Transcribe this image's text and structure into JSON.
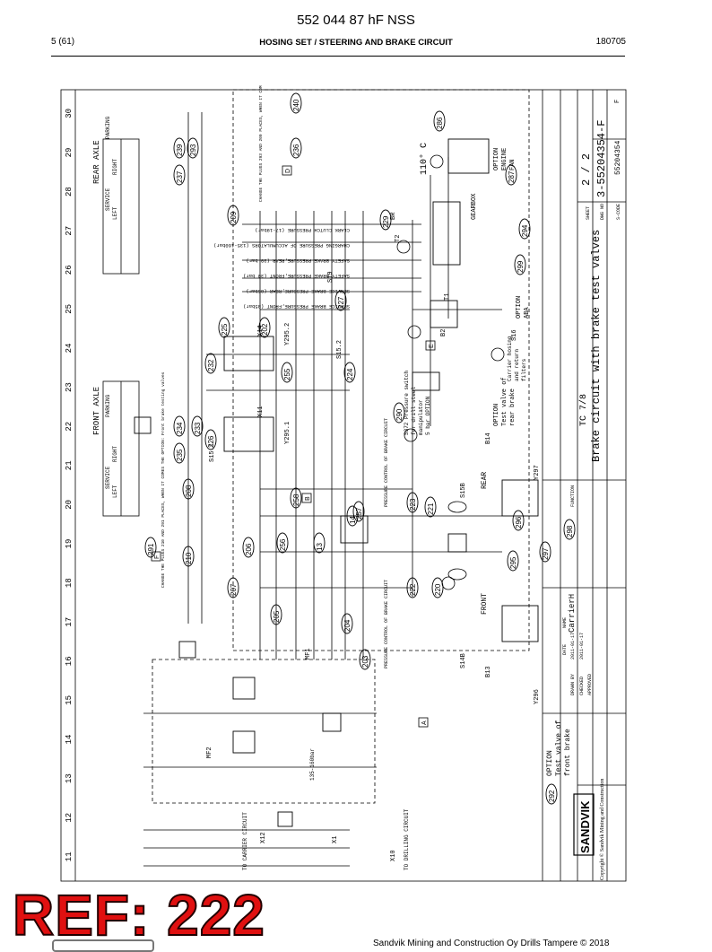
{
  "header": {
    "doc_title": "552 044 87 hF NSS",
    "page": "5 (61)",
    "section": "HOSING SET / STEERING AND BRAKE CIRCUIT",
    "code": "180705"
  },
  "drawing": {
    "grid_numbers": [
      "11",
      "12",
      "13",
      "14",
      "15",
      "16",
      "17",
      "18",
      "19",
      "20",
      "21",
      "22",
      "23",
      "24",
      "25",
      "26",
      "27",
      "28",
      "29",
      "30"
    ],
    "title_block": {
      "main_title": "Brake circuit with brake test valves",
      "model": "TC 7/8",
      "sheet_label": "SHEET",
      "sheet": "2 / 2",
      "dwg_label": "DWG NO",
      "dwg_no": "3-55204354-F",
      "scode_label": "S-CODE",
      "scode": "55204354",
      "brand": "SANDVIK",
      "copyright": "Copyright © Sandvik Mining and Construction",
      "carrier": "CarrierH",
      "drawn_label": "DRAWN BY",
      "drawn_date": "2011-01-17",
      "checked_label": "CHECKED",
      "checked_date": "2011-01-17",
      "approved_label": "APPROVED",
      "date_label": "DATE",
      "name_label": "NAME",
      "function_label": "FUNCTION",
      "revision": "F"
    },
    "axle_labels": {
      "rear": "REAR AXLE",
      "front": "FRONT AXLE",
      "service": "SERVICE",
      "parking": "PARKING",
      "left": "LEFT",
      "right": "RIGHT"
    },
    "gauge_labels": [
      "SERVICE BRAKE PRESSURE,FRONT (85bar)",
      "SERVICE BRAKE PRESSURE,REAR (85bar)",
      "SAFETY BRAKE PRESSURE,FRONT (30 bar)",
      "SAFETY BRAKE PRESSURE,REAR (30 bar)",
      "CHARGING PRESSURE OF ACCUMULATORS (135-160bar)",
      "CLARK CLUTCH PRESSURE (17-19bar)"
    ],
    "option_labels": {
      "front_brake": "OPTION\nTest valve of\nfront brake",
      "rear_brake": "OPTION\nTest valve of\nrear brake",
      "engine_fan": "OPTION\nENGINE\nFAN",
      "aba": "OPTION\nABA",
      "carrier_hosing": "Carrier hosing\nand return\nfilters",
      "pressure_switch": "S372 Pressure switch\nfor drill steel\nmanipulator\n5 bar OPTION"
    },
    "valve_labels": [
      "Y296",
      "Y295.1",
      "Y295.2",
      "Y297",
      "S15.1",
      "S15.2",
      "S19",
      "S16",
      "S14B",
      "S15B",
      "B13",
      "B14",
      "B2",
      "X11",
      "X14",
      "X12",
      "X1",
      "X10",
      "T2",
      "T1",
      "BR",
      "GEARBOX",
      "MF1",
      "MF2"
    ],
    "circuit_labels": {
      "to_carrier": "TO CARRIER CIRCUIT",
      "to_drilling": "TO DRILLING CIRCUIT",
      "pressure_range": "135-160bar",
      "front": "FRONT",
      "rear": "REAR",
      "temp": "110° C",
      "pressure_control_front": "PRESSURE CONTROL OF BRAKE CIRCUIT",
      "pressure_control_rear": "PRESSURE CONTROL OF BRAKE CIRCUIT",
      "fill_note_f": "CHANGE THE PLUGS 210 AND 291 PLACES, WHEN IT COMES THE OPTION: Front brake testing valves",
      "fill_note_d": "CHANGE THE PLUGS 293 AND 209 PLACES, WHEN IT COMES THE OPTION: Rear brake testing valves"
    },
    "part_numbers": [
      "240",
      "286",
      "293",
      "236",
      "239",
      "237",
      "209",
      "229",
      "287",
      "294",
      "299",
      "227",
      "202",
      "225",
      "232",
      "255",
      "224",
      "290",
      "234",
      "233",
      "226",
      "235",
      "208",
      "258",
      "257",
      "14",
      "223",
      "221",
      "296",
      "298",
      "291",
      "210",
      "256",
      "13",
      "206",
      "207",
      "205",
      "204",
      "222",
      "220",
      "295",
      "297",
      "203",
      "292"
    ],
    "letter_markers": [
      "A",
      "B",
      "D",
      "E",
      "F"
    ]
  },
  "stamp": "REF: 222",
  "footer": {
    "company": "Sandvik Mining and Construction Oy Drills Tampere © 2018"
  }
}
